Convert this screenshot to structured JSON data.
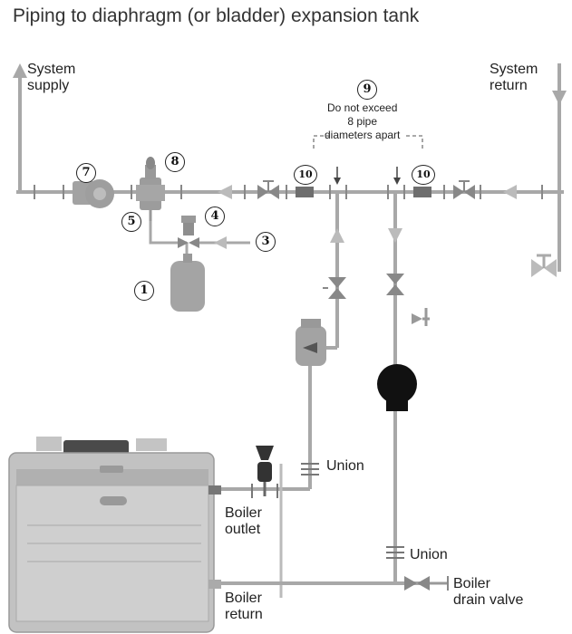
{
  "title": "Piping to diaphragm (or bladder) expansion tank",
  "labels": {
    "system_supply": "System\nsupply",
    "system_return": "System\nreturn",
    "note": "Do not exceed\n8 pipe\ndiameters apart",
    "union_upper": "Union",
    "union_lower": "Union",
    "boiler_outlet": "Boiler\noutlet",
    "boiler_return": "Boiler\nreturn",
    "boiler_drain_valve": "Boiler\ndrain valve"
  },
  "callouts": {
    "c1": "1",
    "c3": "3",
    "c4": "4",
    "c5": "5",
    "c7": "7",
    "c8": "8",
    "c9": "9",
    "c10a": "10",
    "c10b": "10"
  },
  "colors": {
    "pipe": "#9a9a9a",
    "component": "#8a8a8a",
    "boiler": "#bdbdbd",
    "pump_secondary": "#111111"
  }
}
